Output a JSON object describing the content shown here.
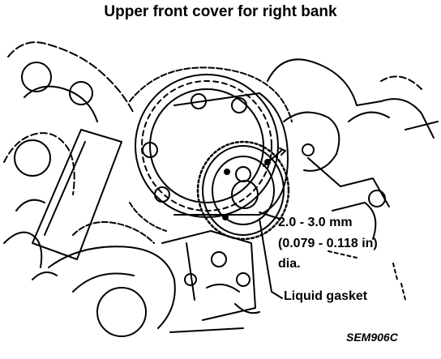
{
  "title": "Upper front cover for right bank",
  "callout": {
    "size_mm": "2.0 - 3.0 mm",
    "size_in": "(0.079 - 0.118 in)",
    "dia": "dia.",
    "material": "Liquid gasket"
  },
  "figure_code": "SEM906C"
}
